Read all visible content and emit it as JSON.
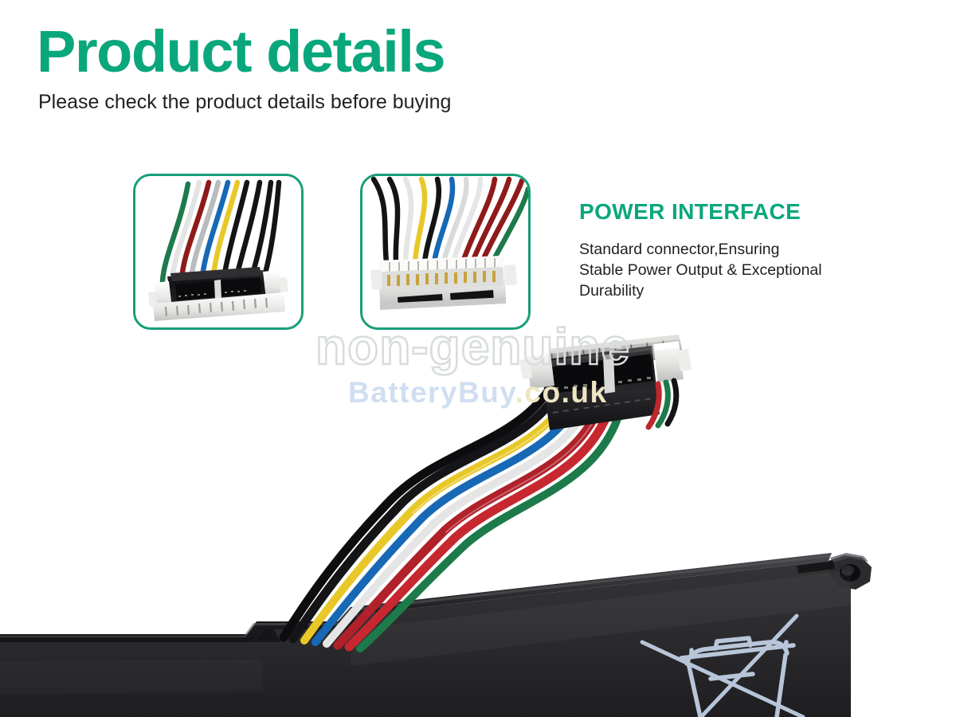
{
  "header": {
    "title": "Product details",
    "subtitle": "Please check the product details before buying",
    "title_color": "#0aa77c"
  },
  "thumbnails": [
    {
      "name": "connector-side-view",
      "alt": "Black battery connector with multicoloured wires and white latches",
      "border_color": "#179e7a",
      "wire_colors": [
        "#1d7a4a",
        "#f2f2f2",
        "#8f1a1a",
        "#b9bcbe",
        "#1769b5",
        "#e8c828",
        "#141414",
        "#141414"
      ]
    },
    {
      "name": "connector-front-view",
      "alt": "White multi-pin connector front view with gold pins",
      "border_color": "#179e7a",
      "wire_colors": [
        "#141414",
        "#f2f2f2",
        "#e8c828",
        "#1769b5",
        "#d9dadb",
        "#8f1a1a",
        "#8f1a1a",
        "#1d7a4a"
      ]
    }
  ],
  "feature": {
    "title": "POWER INTERFACE",
    "title_color": "#0aa77c",
    "description": "Standard connector,Ensuring Stable Power Output & Exceptional Durability"
  },
  "watermarks": {
    "non_genuine": "non-genuine",
    "site_primary": "BatteryBuy",
    "site_suffix": ".co.uk",
    "site_primary_color": "#cfdef0",
    "site_suffix_color": "#efe5c2",
    "non_genuine_color": "#d8dcdc"
  },
  "product": {
    "name": "laptop-battery-with-connector",
    "battery_color": "#2b2b2d",
    "weee_symbol_color": "#ccdcf2",
    "main_wire_colors": [
      "#141414",
      "#e8c828",
      "#1769b5",
      "#f2f2f2",
      "#c0272d",
      "#1d7a4a"
    ]
  }
}
